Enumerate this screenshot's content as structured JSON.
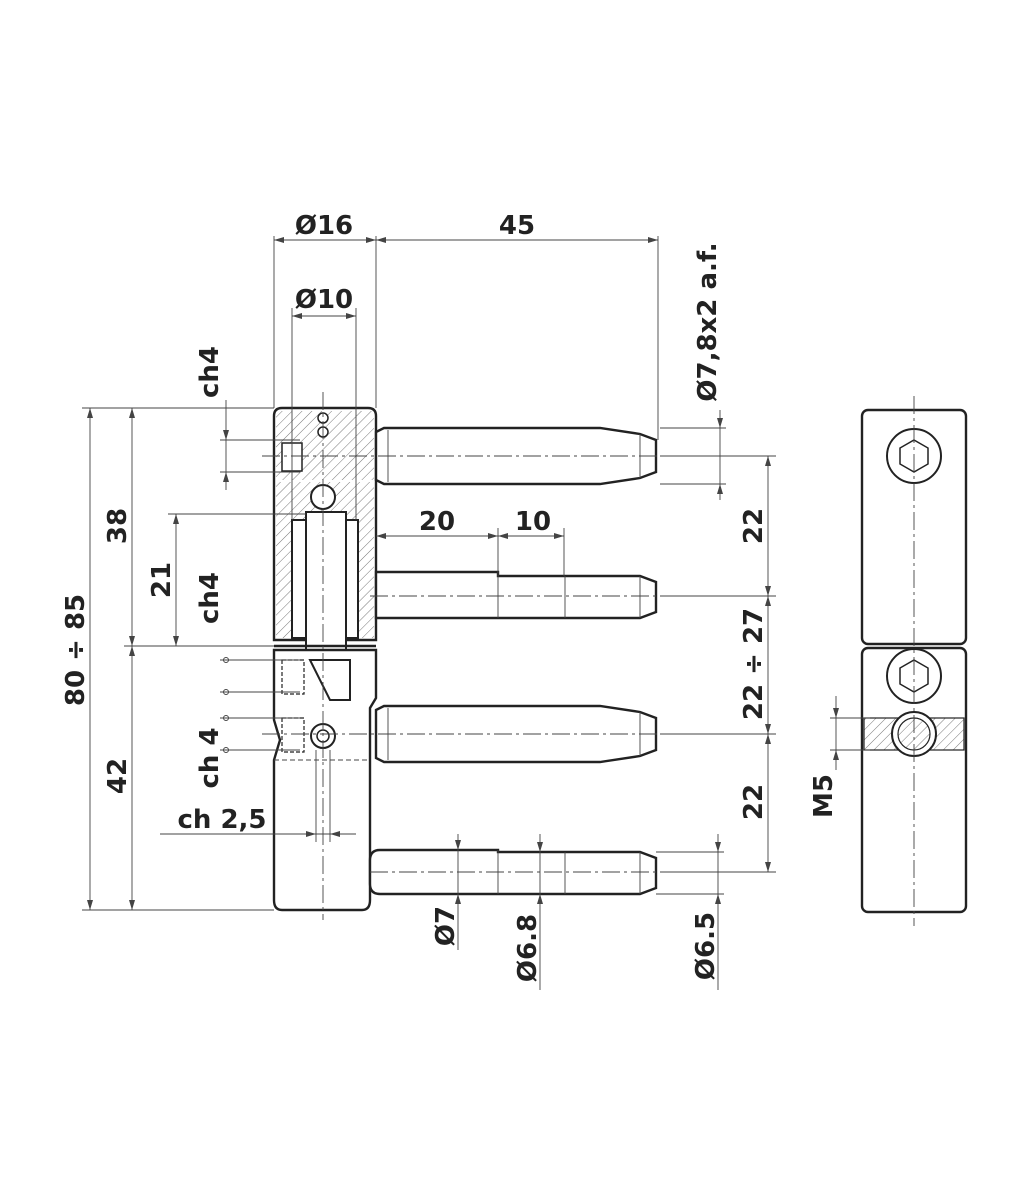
{
  "drawing": {
    "dimensions": {
      "d16": "Ø16",
      "l45": "45",
      "d10": "Ø10",
      "ch4_top": "ch4",
      "af": "Ø7,8x2 a.f.",
      "l38": "38",
      "l21": "21",
      "l20": "20",
      "l10": "10",
      "l22_a": "22",
      "ch4_mid": "ch4",
      "l80": "80 ÷ 85",
      "l22_27": "22 ÷ 27",
      "ch_4": "ch 4",
      "l42": "42",
      "l22_b": "22",
      "ch25": "ch 2,5",
      "m5": "M5",
      "d7": "Ø7",
      "d68": "Ø6.8",
      "d65": "Ø6.5"
    }
  }
}
